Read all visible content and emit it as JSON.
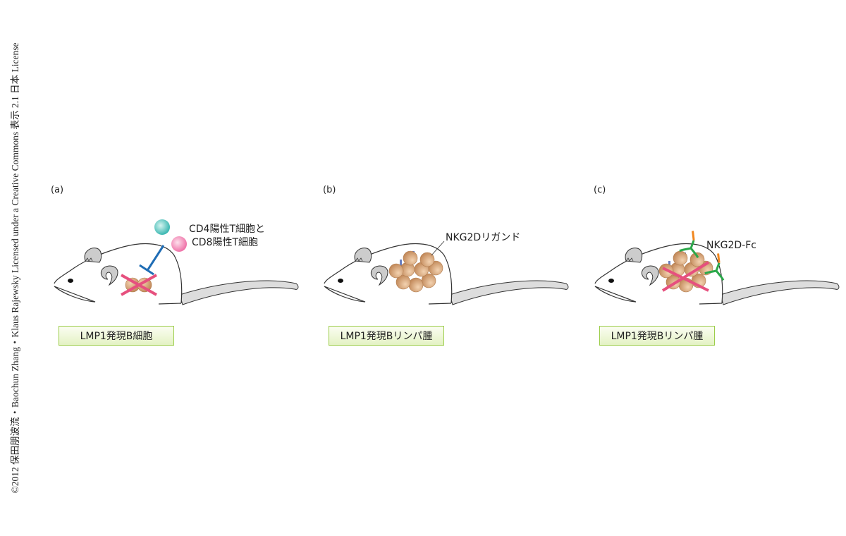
{
  "credit": "©2012 保田朋波流・Baochun Zhang・Klaus Rajewsky Licensed under a Creative Commons 表示 2.1 日本 License",
  "panels": [
    {
      "label": "(a)",
      "box": "LMP1発現B細胞",
      "annotation_lines": [
        "CD4陽性T細胞と",
        "CD8陽性T細胞"
      ]
    },
    {
      "label": "(b)",
      "box": "LMP1発現Bリンパ腫",
      "annotation": "NKG2Dリガンド"
    },
    {
      "label": "(c)",
      "box": "LMP1発現Bリンパ腫",
      "annotation": "NKG2D-Fc"
    }
  ],
  "colors": {
    "cd4": "#3bbfb8",
    "cd8": "#f07aad",
    "inhibit": "#1f6db5",
    "cross": "#e6507e",
    "cell": "#d29a6a",
    "ligand": "#6a7fc0",
    "fc_arm": "#2aa84a",
    "fc_tip": "#f0861e",
    "box_border": "#9ccd4a"
  }
}
